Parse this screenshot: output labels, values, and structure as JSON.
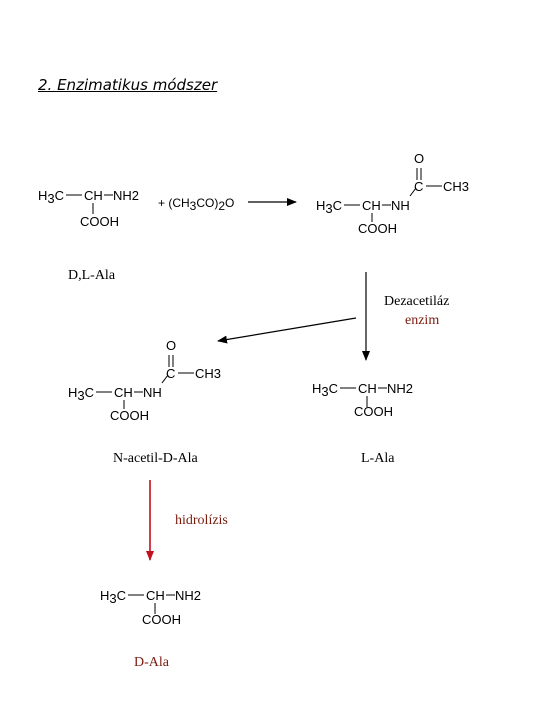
{
  "heading": "2. Enzimatikus módszer",
  "reagent": {
    "prefix": "+ (CH",
    "sub1": "3",
    "mid": "CO)",
    "sub2": "2",
    "suffix": "O"
  },
  "chem": {
    "h": "H",
    "three": "3",
    "c": "C",
    "ch": "CH",
    "nh": "NH",
    "two": "2",
    "cooh": "COOH",
    "o": "O"
  },
  "labels": {
    "dl_ala": "D,L-Ala",
    "enzyme_line1": "Dezacetiláz",
    "enzyme_line2": "enzim",
    "n_acetyl_d_ala": "N-acetil-D-Ala",
    "l_ala": "L-Ala",
    "hydrolysis": "hidrolízis",
    "d_ala": "D-Ala"
  },
  "colors": {
    "text": "#000000",
    "red_arrow": "#c0121e",
    "red_text": "#7a1b0e"
  }
}
